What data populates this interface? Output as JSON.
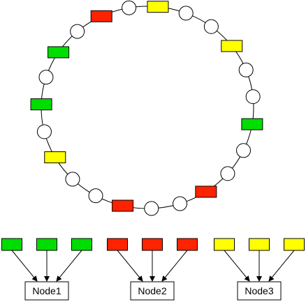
{
  "colors": {
    "green": "#00dd00",
    "red": "#ff2200",
    "yellow": "#ffff00",
    "stroke": "#000000",
    "background": "#ffffff"
  },
  "ring": {
    "nodes": [
      {
        "kind": "oval"
      },
      {
        "kind": "box",
        "color": "yellow"
      },
      {
        "kind": "oval"
      },
      {
        "kind": "oval"
      },
      {
        "kind": "box",
        "color": "yellow"
      },
      {
        "kind": "oval"
      },
      {
        "kind": "oval"
      },
      {
        "kind": "box",
        "color": "green"
      },
      {
        "kind": "oval"
      },
      {
        "kind": "oval"
      },
      {
        "kind": "box",
        "color": "red"
      },
      {
        "kind": "oval"
      },
      {
        "kind": "oval"
      },
      {
        "kind": "box",
        "color": "red"
      },
      {
        "kind": "oval"
      },
      {
        "kind": "oval"
      },
      {
        "kind": "box",
        "color": "yellow"
      },
      {
        "kind": "oval"
      },
      {
        "kind": "box",
        "color": "green"
      },
      {
        "kind": "oval"
      },
      {
        "kind": "box",
        "color": "green"
      },
      {
        "kind": "oval"
      },
      {
        "kind": "box",
        "color": "red"
      }
    ]
  },
  "groups": [
    {
      "label": "Node1",
      "color": "green",
      "inputs": 3
    },
    {
      "label": "Node2",
      "color": "red",
      "inputs": 3
    },
    {
      "label": "Node3",
      "color": "yellow",
      "inputs": 3
    }
  ]
}
